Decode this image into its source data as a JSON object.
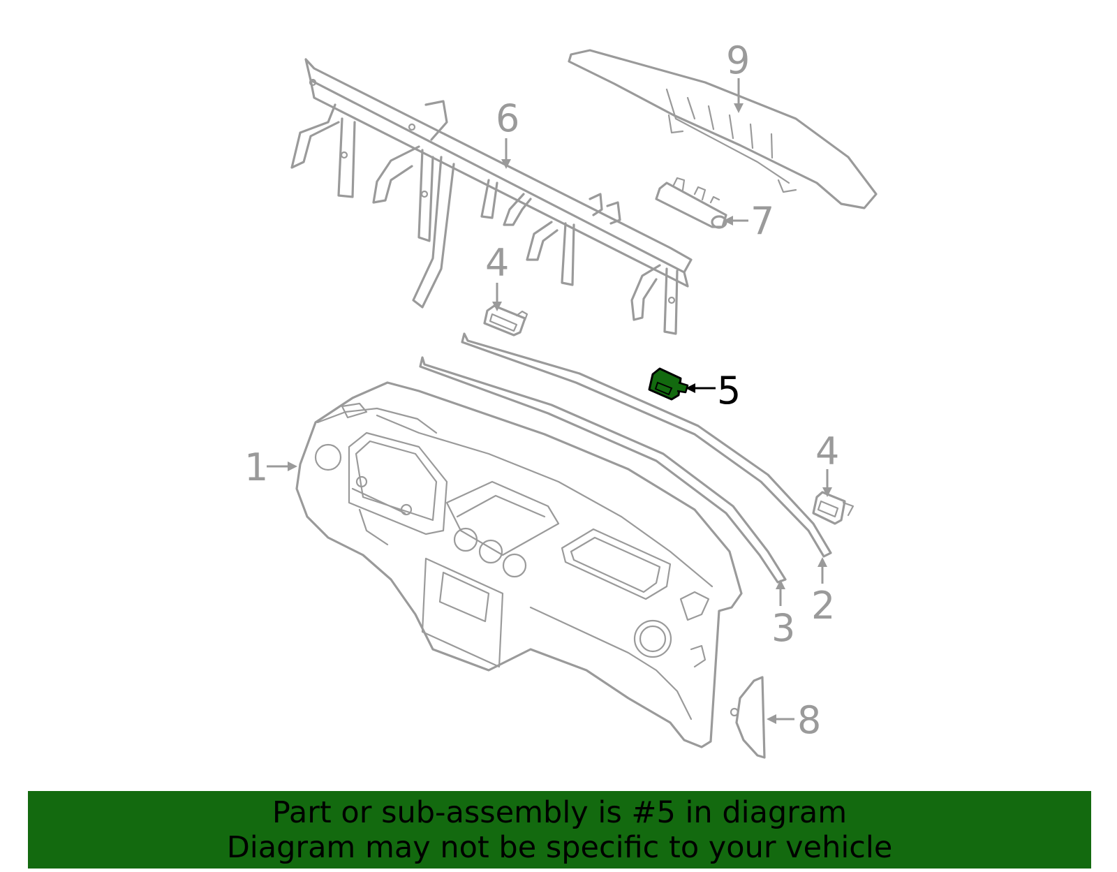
{
  "callouts": [
    {
      "id": "1",
      "label": "1",
      "highlighted": false
    },
    {
      "id": "2",
      "label": "2",
      "highlighted": false
    },
    {
      "id": "3",
      "label": "3",
      "highlighted": false
    },
    {
      "id": "4a",
      "label": "4",
      "highlighted": false
    },
    {
      "id": "4b",
      "label": "4",
      "highlighted": false
    },
    {
      "id": "5",
      "label": "5",
      "highlighted": true
    },
    {
      "id": "6",
      "label": "6",
      "highlighted": false
    },
    {
      "id": "7",
      "label": "7",
      "highlighted": false
    },
    {
      "id": "8",
      "label": "8",
      "highlighted": false
    },
    {
      "id": "9",
      "label": "9",
      "highlighted": false
    }
  ],
  "colors": {
    "line_art": "#9a9a9a",
    "highlight_part": "#136a0f",
    "banner_background": "#136a0f",
    "banner_text": "#000000"
  },
  "banner": {
    "line1": "Part or sub-assembly is #5 in diagram",
    "line2": "Diagram may not be specific to your vehicle"
  }
}
